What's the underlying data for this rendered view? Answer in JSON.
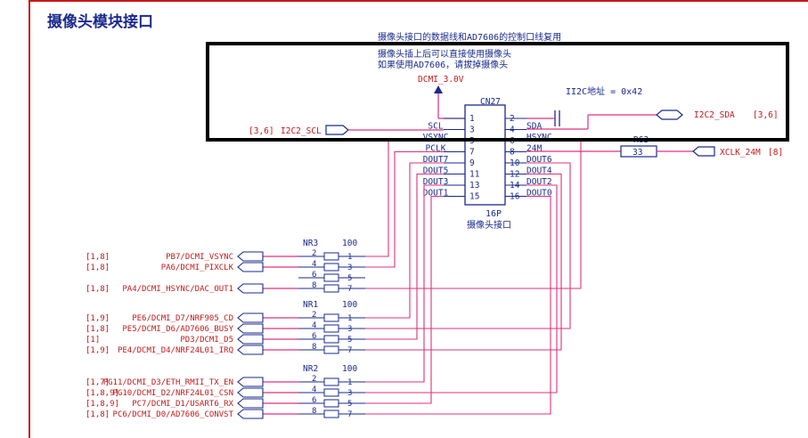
{
  "title": "摄像头模块接口",
  "notes": {
    "mux": "摄像头接口的数据线和AD7606的控制口线复用",
    "usage_1": "摄像头插上后可以直接使用摄像头",
    "usage_2": "如果使用AD7606，请拔掉摄像头",
    "i2c_addr": "II2C地址 = 0x42"
  },
  "power": {
    "label": "DCMI_3.0V"
  },
  "connector": {
    "ref": "CN27",
    "type": "16P",
    "name": "摄像头接口",
    "left_pins": [
      {
        "num": "1",
        "name": ""
      },
      {
        "num": "3",
        "name": "SCL"
      },
      {
        "num": "5",
        "name": "VSYNC"
      },
      {
        "num": "7",
        "name": "PCLK"
      },
      {
        "num": "9",
        "name": "DOUT7"
      },
      {
        "num": "11",
        "name": "DOUT5"
      },
      {
        "num": "13",
        "name": "DOUT3"
      },
      {
        "num": "15",
        "name": "DOUT1"
      }
    ],
    "right_pins": [
      {
        "num": "2",
        "name": ""
      },
      {
        "num": "4",
        "name": "SDA"
      },
      {
        "num": "6",
        "name": "HSYNC"
      },
      {
        "num": "8",
        "name": "24M"
      },
      {
        "num": "10",
        "name": "DOUT6"
      },
      {
        "num": "12",
        "name": "DOUT4"
      },
      {
        "num": "14",
        "name": "DOUT2"
      },
      {
        "num": "16",
        "name": "DOUT0"
      }
    ]
  },
  "resistor": {
    "ref": "R63",
    "value": "33"
  },
  "offsheet": {
    "scl": {
      "label": "I2C2_SCL",
      "ref": "[3,6]"
    },
    "sda": {
      "label": "I2C2_SDA",
      "ref": "[3,6]"
    },
    "xclk": {
      "label": "XCLK_24M",
      "ref": "[8]"
    }
  },
  "networks": [
    {
      "ref": "NR3",
      "value": "100",
      "pins": [
        [
          "2",
          "1"
        ],
        [
          "4",
          "3"
        ],
        [
          "6",
          "5"
        ],
        [
          "8",
          "7"
        ]
      ],
      "signals": [
        {
          "ref": "[1,8]",
          "label": "PB7/DCMI_VSYNC"
        },
        {
          "ref": "[1,8]",
          "label": "PA6/DCMI_PIXCLK"
        },
        {
          "ref": "",
          "label": ""
        },
        {
          "ref": "[1,8]",
          "label": "PA4/DCMI_HSYNC/DAC_OUT1"
        }
      ]
    },
    {
      "ref": "NR1",
      "value": "100",
      "pins": [
        [
          "2",
          "1"
        ],
        [
          "4",
          "3"
        ],
        [
          "6",
          "5"
        ],
        [
          "8",
          "7"
        ]
      ],
      "signals": [
        {
          "ref": "[1,9]",
          "label": "PE6/DCMI_D7/NRF905_CD"
        },
        {
          "ref": "[1,8]",
          "label": "PE5/DCMI_D6/AD7606_BUSY"
        },
        {
          "ref": "[1]",
          "label": "PD3/DCMI_D5"
        },
        {
          "ref": "[1,9]",
          "label": "PE4/DCMI_D4/NRF24L01_IRQ"
        }
      ]
    },
    {
      "ref": "NR2",
      "value": "100",
      "pins": [
        [
          "2",
          "1"
        ],
        [
          "4",
          "3"
        ],
        [
          "6",
          "5"
        ],
        [
          "8",
          "7"
        ]
      ],
      "signals": [
        {
          "ref": "[1,7]",
          "label": "PG11/DCMI_D3/ETH_RMII_TX_EN"
        },
        {
          "ref": "[1,8,9]",
          "label": "PG10/DCMI_D2/NRF24L01_CSN"
        },
        {
          "ref": "[1,8,9]",
          "label": "PC7/DCMI_D1/USART6_RX"
        },
        {
          "ref": "[1,8]",
          "label": "PC6/DCMI_D0/AD7606_CONVST"
        }
      ]
    }
  ]
}
